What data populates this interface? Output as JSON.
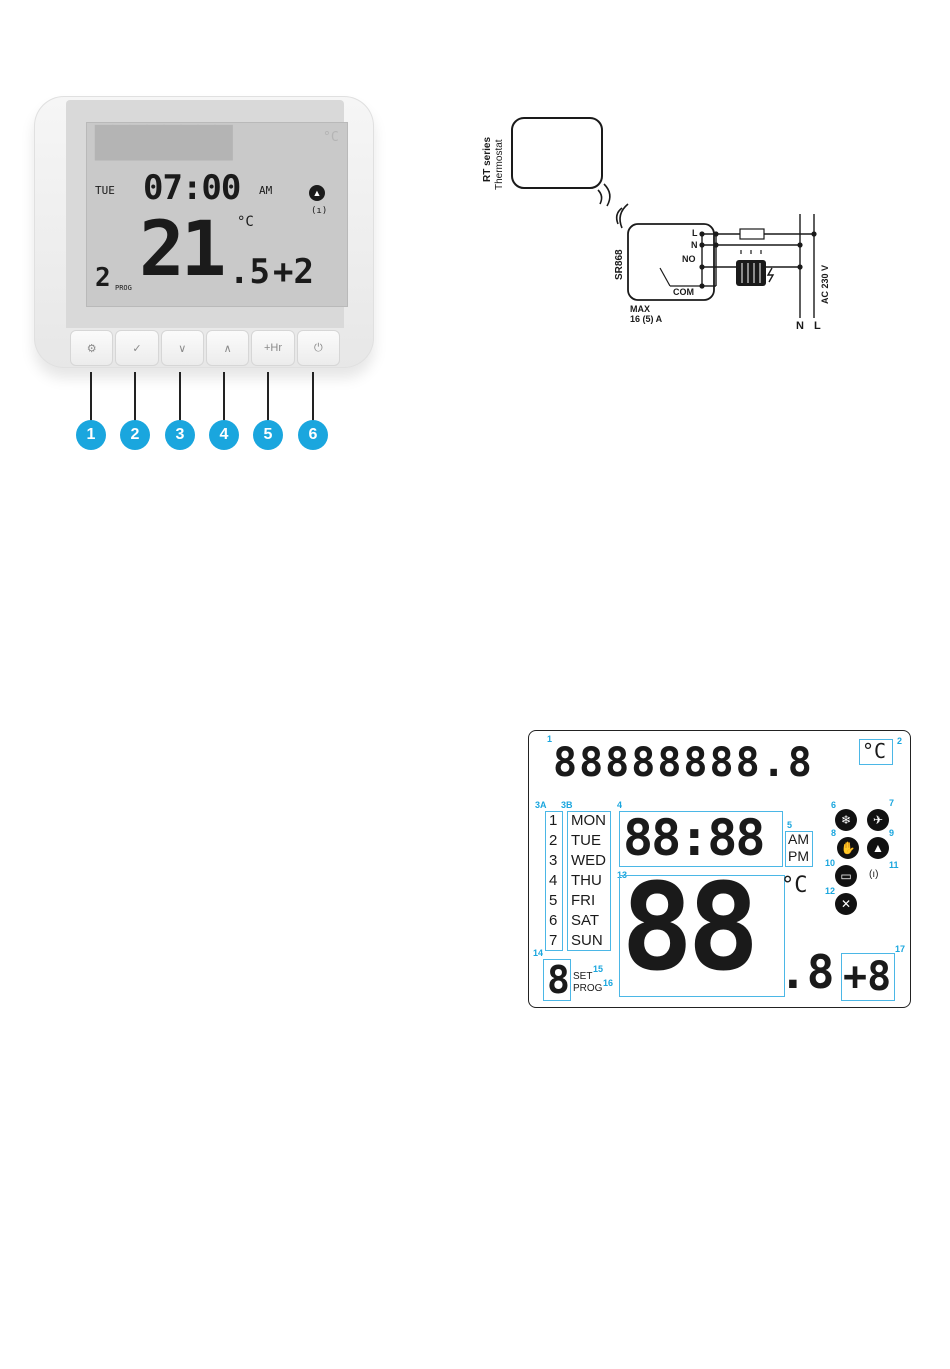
{
  "thermostat": {
    "lcd": {
      "day": "TUE",
      "time": "07:00",
      "ampm": "AM",
      "temp_main": "21",
      "temp_decimal": ".5",
      "offset": "+2",
      "prog_number": "2",
      "prog_label": "PROG",
      "unit": "°C"
    },
    "buttons": [
      {
        "label": "⚙",
        "icon": "gear-icon"
      },
      {
        "label": "✓",
        "icon": "check-icon"
      },
      {
        "label": "∨",
        "icon": "chevron-down-icon"
      },
      {
        "label": "∧",
        "icon": "chevron-up-icon"
      },
      {
        "label": "+Hr",
        "icon": "plus-hour-icon"
      },
      {
        "label": "⏻",
        "icon": "power-icon"
      }
    ],
    "callouts": [
      "1",
      "2",
      "3",
      "4",
      "5",
      "6"
    ]
  },
  "wiring": {
    "thermostat_label_line1": "RT series",
    "thermostat_label_line2": "Thermostat",
    "receiver_label": "SR868",
    "terminal_L": "L",
    "terminal_N": "N",
    "terminal_NO": "NO",
    "terminal_COM": "COM",
    "max_line1": "MAX",
    "max_line2": "16 (5) A",
    "supply_label": "AC 230 V",
    "bottom_N": "N",
    "bottom_L": "L"
  },
  "legend": {
    "top_segments": "88888888.8",
    "unit_top": "°C",
    "program_numbers": [
      "1",
      "2",
      "3",
      "4",
      "5",
      "6",
      "7"
    ],
    "days": [
      "MON",
      "TUE",
      "WED",
      "THU",
      "FRI",
      "SAT",
      "SUN"
    ],
    "clock": "88:88",
    "am": "AM",
    "pm": "PM",
    "big_temp": "88",
    "big_decimal": ".8",
    "unit_big": "°C",
    "offset": "+8",
    "prog_digit": "8",
    "set_label": "SET",
    "prog_label": "PROG",
    "callouts": {
      "c1": "1",
      "c2": "2",
      "c3a": "3A",
      "c3b": "3B",
      "c4": "4",
      "c5": "5",
      "c6": "6",
      "c7": "7",
      "c8": "8",
      "c9": "9",
      "c10": "10",
      "c11": "11",
      "c12": "12",
      "c13": "13",
      "c14": "14",
      "c15": "15",
      "c16": "16",
      "c17": "17"
    }
  }
}
